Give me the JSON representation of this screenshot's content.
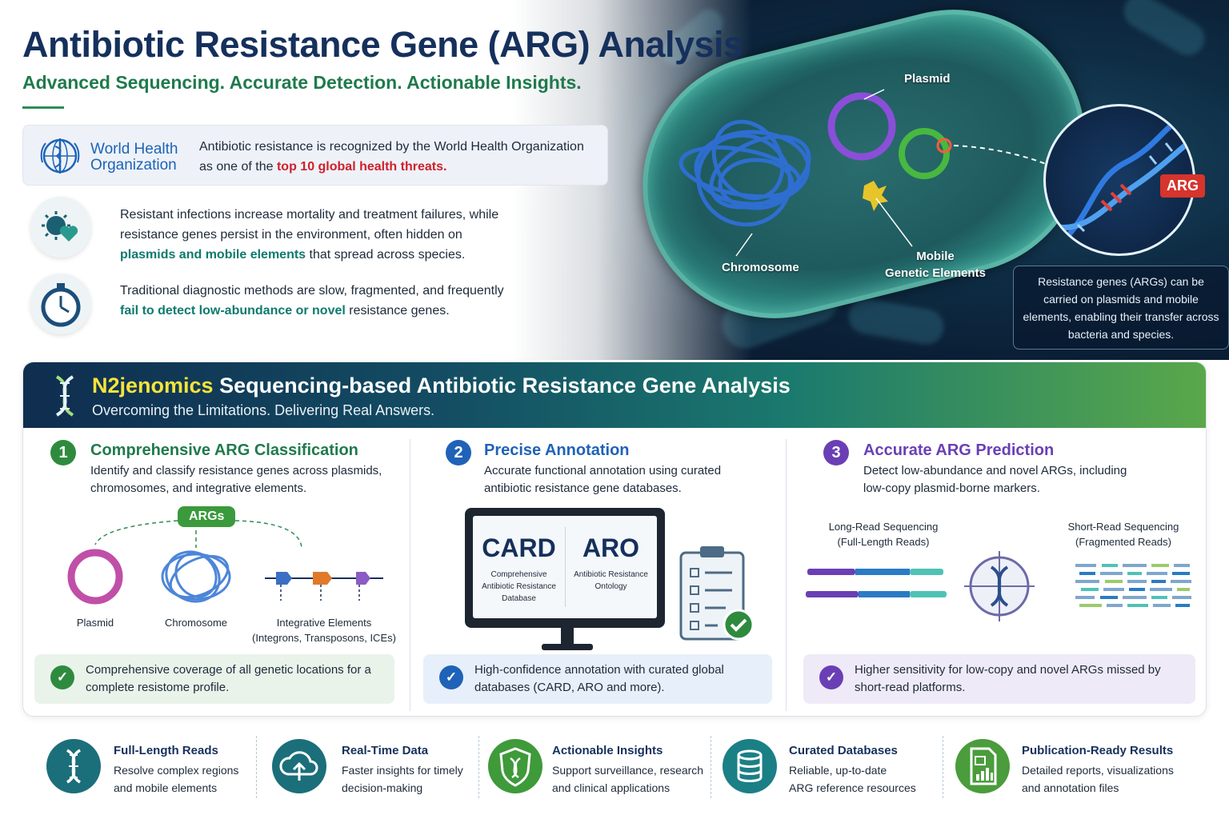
{
  "header": {
    "title": "Antibiotic Resistance Gene (ARG) Analysis",
    "subtitle": "Advanced Sequencing. Accurate Detection. Actionable Insights."
  },
  "who": {
    "org_name_line1": "World Health",
    "org_name_line2": "Organization",
    "text_before": "Antibiotic resistance is recognized by the World Health Organization as one of the ",
    "highlight": "top 10 global health threats."
  },
  "points": [
    {
      "icon": "virus-heart-icon",
      "text_before": "Resistant infections increase mortality and treatment failures, while resistance genes persist in the environment, often hidden on ",
      "highlight": "plasmids and mobile elements",
      "text_after": " that spread across species."
    },
    {
      "icon": "stopwatch-icon",
      "text_before": "Traditional diagnostic methods are slow, fragmented, and frequently ",
      "highlight": "fail to detect low-abundance or novel",
      "text_after": " resistance genes."
    }
  ],
  "hero": {
    "plasmid_label": "Plasmid",
    "chromosome_label": "Chromosome",
    "mobile_label_1": "Mobile",
    "mobile_label_2": "Genetic Elements",
    "arg_tag": "ARG",
    "callout": "Resistance genes (ARGs) can be carried on plasmids and mobile elements, enabling their transfer across bacteria and species."
  },
  "panel": {
    "brand": "N2jenomics",
    "title": "Sequencing-based Antibiotic Resistance Gene Analysis",
    "subtitle": "Overcoming the Limitations. Delivering Real Answers.",
    "columns": [
      {
        "num": "1",
        "title": "Comprehensive ARG Classification",
        "text": "Identify and classify resistance genes across plasmids, chromosomes, and integrative elements.",
        "pill": "ARGs",
        "labels": [
          "Plasmid",
          "Chromosome",
          "Integrative Elements",
          "(Integrons, Transposons, ICEs)"
        ],
        "foot": "Comprehensive coverage of all genetic locations for a complete resistome profile.",
        "color": "#2e8b3e"
      },
      {
        "num": "2",
        "title": "Precise Annotation",
        "text": "Accurate functional annotation using curated antibiotic resistance gene databases.",
        "db1_abbr": "CARD",
        "db1_full": "Comprehensive Antibiotic Resistance Database",
        "db2_abbr": "ARO",
        "db2_full": "Antibiotic Resistance Ontology",
        "foot": "High-confidence annotation with curated global databases (CARD, ARO and more).",
        "color": "#1f62b8"
      },
      {
        "num": "3",
        "title": "Accurate ARG Prediction",
        "text": "Detect low-abundance and novel ARGs, including low-copy plasmid-borne markers.",
        "long_label_1": "Long-Read Sequencing",
        "long_label_2": "(Full-Length Reads)",
        "short_label_1": "Short-Read Sequencing",
        "short_label_2": "(Fragmented Reads)",
        "foot": "Higher sensitivity for low-copy and novel ARGs missed by short-read platforms.",
        "color": "#6a3fb5"
      }
    ]
  },
  "features": [
    {
      "icon": "dna-icon",
      "title": "Full-Length Reads",
      "line1": "Resolve complex regions",
      "line2": "and mobile elements",
      "color": "#1b6f7a"
    },
    {
      "icon": "cloud-upload-icon",
      "title": "Real-Time Data",
      "line1": "Faster insights for timely",
      "line2": "decision-making",
      "color": "#1b6f7a"
    },
    {
      "icon": "shield-dna-icon",
      "title": "Actionable Insights",
      "line1": "Support surveillance, research",
      "line2": "and clinical applications",
      "color": "#3f9a3a"
    },
    {
      "icon": "database-icon",
      "title": "Curated Databases",
      "line1": "Reliable, up-to-date",
      "line2": "ARG reference resources",
      "color": "#1b7f86"
    },
    {
      "icon": "report-icon",
      "title": "Publication-Ready Results",
      "line1": "Detailed reports, visualizations",
      "line2": "and annotation files",
      "color": "#4a9c3c"
    }
  ]
}
